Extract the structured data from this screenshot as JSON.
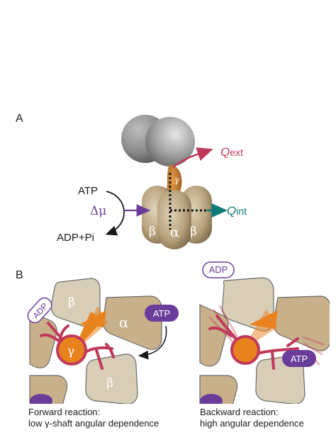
{
  "panel_a": {
    "label": "A",
    "atp": "ATP",
    "adp_pi": "ADP+Pi",
    "delta_mu": "Δμ",
    "q_ext_main": "Q",
    "q_ext_sub": "ext",
    "q_int_main": "Q",
    "q_int_sub": "int",
    "gamma": "γ",
    "alpha": "α",
    "beta_left": "β",
    "beta_right": "β"
  },
  "panel_b": {
    "label": "B",
    "forward": {
      "adp": "ADP",
      "atp": "ATP",
      "gamma": "γ",
      "alpha": "α",
      "beta_top": "β",
      "beta_bottom": "β",
      "caption_line1": "Forward reaction:",
      "caption_line2": "low γ-shaft angular dependence"
    },
    "backward": {
      "adp": "ADP",
      "atp": "ATP",
      "caption_line1": "Backward reaction:",
      "caption_line2": "high angular dependence"
    }
  },
  "colors": {
    "tan": "#c8b08a",
    "tan_light": "#d8cdb6",
    "orange": "#e8821e",
    "crimson": "#c0395a",
    "purple": "#6a3d9a",
    "teal": "#0f7a78",
    "gray": "#8c8c8c"
  }
}
